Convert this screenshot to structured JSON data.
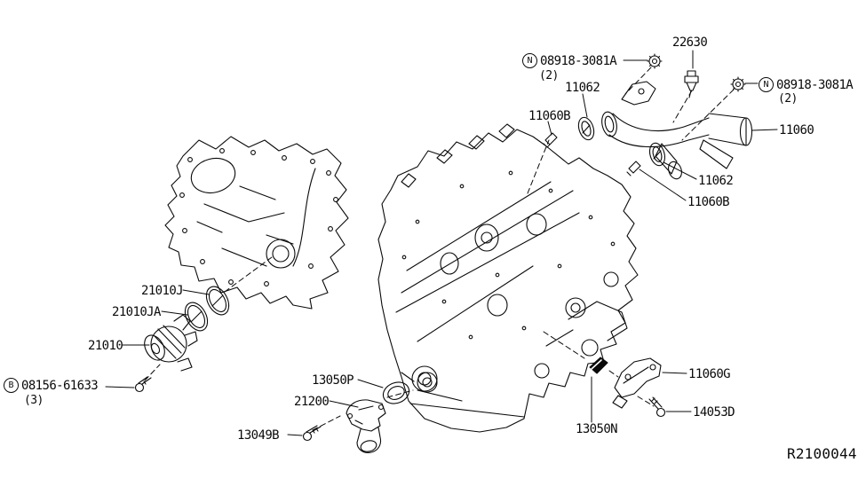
{
  "ref_code": "R2100044",
  "colors": {
    "background": "#ffffff",
    "line": "#000000"
  },
  "labels": {
    "nut_left": {
      "badge": "N",
      "number": "08918-3081A",
      "qty": "(2)"
    },
    "nut_right": {
      "badge": "N",
      "number": "08918-3081A",
      "qty": "(2)"
    },
    "bolt_b": {
      "badge": "B",
      "number": "08156-61633",
      "qty": "(3)"
    },
    "sensor": "22630",
    "gasket_top": "11062",
    "stud_top": "11060B",
    "water_outlet": "11060",
    "gasket_right": "11062",
    "stud_right": "11060B",
    "oring_large": "21010J",
    "oring_small": "21010JA",
    "water_pump": "21010",
    "thermostat_gasket": "13050P",
    "thermostat_housing": "21200",
    "bolt_13049b": "13049B",
    "clip": "13050N",
    "bracket": "11060G",
    "bolt_14053d": "14053D"
  }
}
